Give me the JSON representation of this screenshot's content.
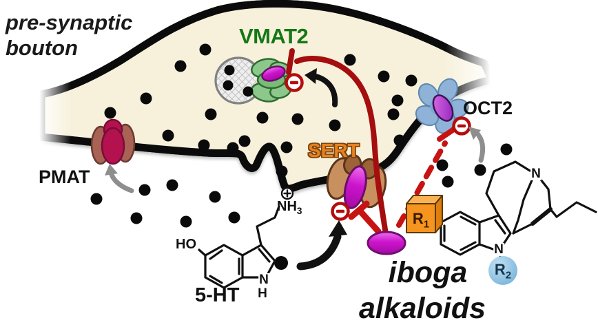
{
  "figure": {
    "title_line1": "pre-synaptic",
    "title_line2": "bouton",
    "labels": {
      "vmat2": "VMAT2",
      "sert": "SERT",
      "oct2": "OCT2",
      "pmat": "PMAT",
      "serotonin": "5-HT",
      "iboga_line1": "iboga",
      "iboga_line2": "alkaloids"
    },
    "molecules": {
      "serotonin": {
        "hydroxyl": "HO",
        "amine_base": "NH",
        "amine_sub": "3",
        "charge": "+",
        "ring_n": "N",
        "ring_h": "H"
      },
      "iboga": {
        "r1_base": "R",
        "r1_sub": "1",
        "r2_base": "R",
        "r2_sub": "2",
        "indole_n": "N",
        "amine_n": "N"
      }
    },
    "colors": {
      "bouton_fill": "#F7F1DC",
      "vmat2_text": "#157815",
      "sert_text": "#E8821E",
      "inhibition_bright_red": "#C81313",
      "inhibition_dark_red": "#A50E0E",
      "magenta_ligand": "#CC14CC",
      "vesicle_gray": "#EFEFEF",
      "oct2_blue": "#8FB3D8",
      "sert_tan": "#C8905F",
      "pmat_crimson": "#B3124E",
      "r1_orange": "#F5941E",
      "r2_blue": "#8EC4E4",
      "arrow_gray": "#8E8E8E"
    },
    "serotonin_dots": {
      "inside": [
        [
          298,
          72,
          8.5
        ],
        [
          508,
          87,
          8.5
        ],
        [
          262,
          96,
          8.5
        ],
        [
          557,
          111,
          8.5
        ],
        [
          597,
          117,
          8.5
        ],
        [
          212,
          143,
          8.5
        ],
        [
          577,
          146,
          8.5
        ],
        [
          160,
          164,
          8.5
        ],
        [
          306,
          166,
          8.5
        ],
        [
          381,
          171,
          8.5
        ],
        [
          432,
          173,
          8.5
        ],
        [
          486,
          182,
          8.5
        ],
        [
          244,
          197,
          8.5
        ],
        [
          296,
          211,
          8.5
        ],
        [
          338,
          215,
          8.5
        ],
        [
          416,
          214,
          8.5
        ],
        [
          571,
          166,
          8.5
        ],
        [
          580,
          204,
          8.5
        ],
        [
          355,
          205,
          8.5
        ]
      ],
      "vesicle": [
        [
          333,
          102,
          7.5
        ],
        [
          331,
          124,
          7.5
        ],
        [
          360,
          133,
          7.5
        ]
      ],
      "outside": [
        [
          250,
          269,
          8.5
        ],
        [
          210,
          276,
          8.5
        ],
        [
          140,
          289,
          8.5
        ],
        [
          312,
          286,
          8.5
        ],
        [
          198,
          317,
          8.5
        ],
        [
          270,
          322,
          8.5
        ],
        [
          340,
          316,
          8.5
        ],
        [
          409,
          249,
          8.5
        ],
        [
          650,
          264,
          8.5
        ],
        [
          697,
          247,
          8.5
        ],
        [
          735,
          217,
          8.5
        ],
        [
          642,
          240,
          8.5
        ],
        [
          408,
          382,
          10
        ]
      ]
    }
  }
}
